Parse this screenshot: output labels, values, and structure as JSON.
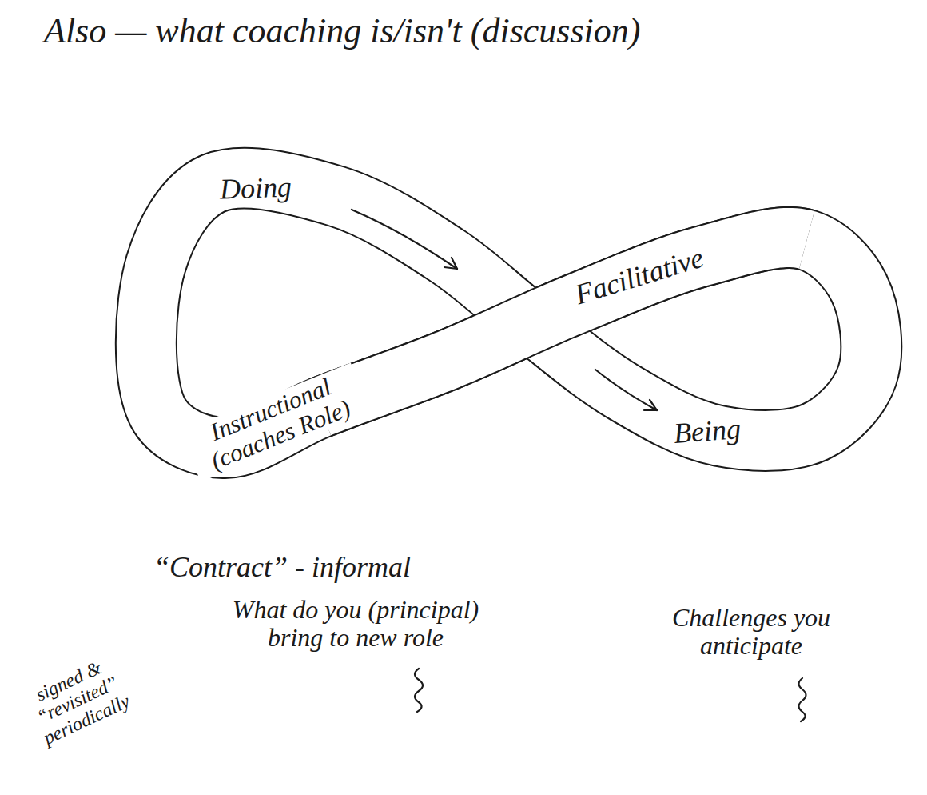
{
  "diagram": {
    "title": "Also — what coaching is/isn't (discussion)",
    "nodes": [
      {
        "text": [
          "Doing",
          "Facilitative",
          "Instructional (coaches Role)",
          "Being"
        ]
      }
    ],
    "labels": [
      "“Contract” - informal",
      "What do you (principal) bring to new role",
      "Challenges you anticipate",
      "signed & “revisited” periodically"
    ]
  }
}
